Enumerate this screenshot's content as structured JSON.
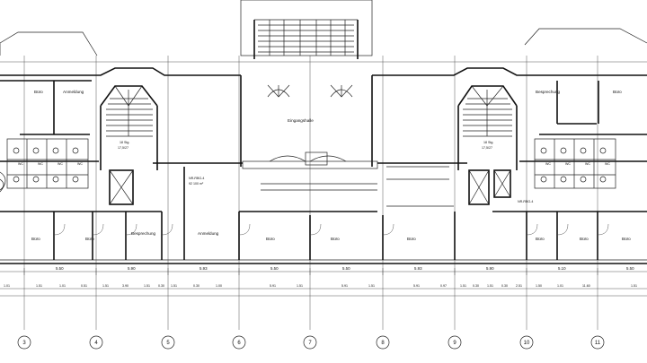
{
  "rooms": {
    "buero_left_top": "Büro",
    "anmeldung_left": "Anmeldung",
    "buero_left_bottom_1": "Büro",
    "buero_left_bottom_2": "Büro",
    "besprechung_left": "Besprechung",
    "anmeldung_center": "Anmeldung",
    "buero_center_1": "Büro",
    "buero_center_2": "Büro",
    "buero_center_3": "Büro",
    "eingangshalle": "Eingangshalle",
    "besprechung_right": "Besprechung",
    "buero_right_top": "Büro",
    "buero_right_bottom_1": "Büro",
    "buero_right_bottom_2": "Büro",
    "buero_right_bottom_3": "Büro",
    "stair_left_steps": "18 Stg.",
    "stair_left_ratio": "17,5/27",
    "stair_right_steps": "18 Stg.",
    "stair_right_ratio": "17,5/27",
    "nr_left": "NR-RBG-4",
    "nr_left_area": "92 100 m²",
    "nr_right": "NR-RBG-4",
    "wc_labels": [
      "WC",
      "WC",
      "WC",
      "WC",
      "WC",
      "WC",
      "WC",
      "WC"
    ]
  },
  "dimensions": {
    "main": [
      "5.50",
      "5.90",
      "5.93",
      "5.50",
      "5.50",
      "5.93",
      "5.90",
      "5.10",
      "5.50"
    ],
    "sub": [
      "1.01",
      "1.51",
      "1.01",
      "0.51",
      "1.51",
      "3.90",
      "1.51",
      "0.30",
      "1.51",
      "0.30",
      "1.00",
      "5.91",
      "1.51",
      "5.91",
      "1.51",
      "5.91",
      "0.97",
      "1.51",
      "0.30",
      "1.51",
      "0.30",
      "2.51",
      "1.50",
      "1.01",
      "11.60",
      "1.51"
    ]
  },
  "axes": [
    "3",
    "4",
    "5",
    "6",
    "7",
    "8",
    "9",
    "10",
    "11"
  ]
}
